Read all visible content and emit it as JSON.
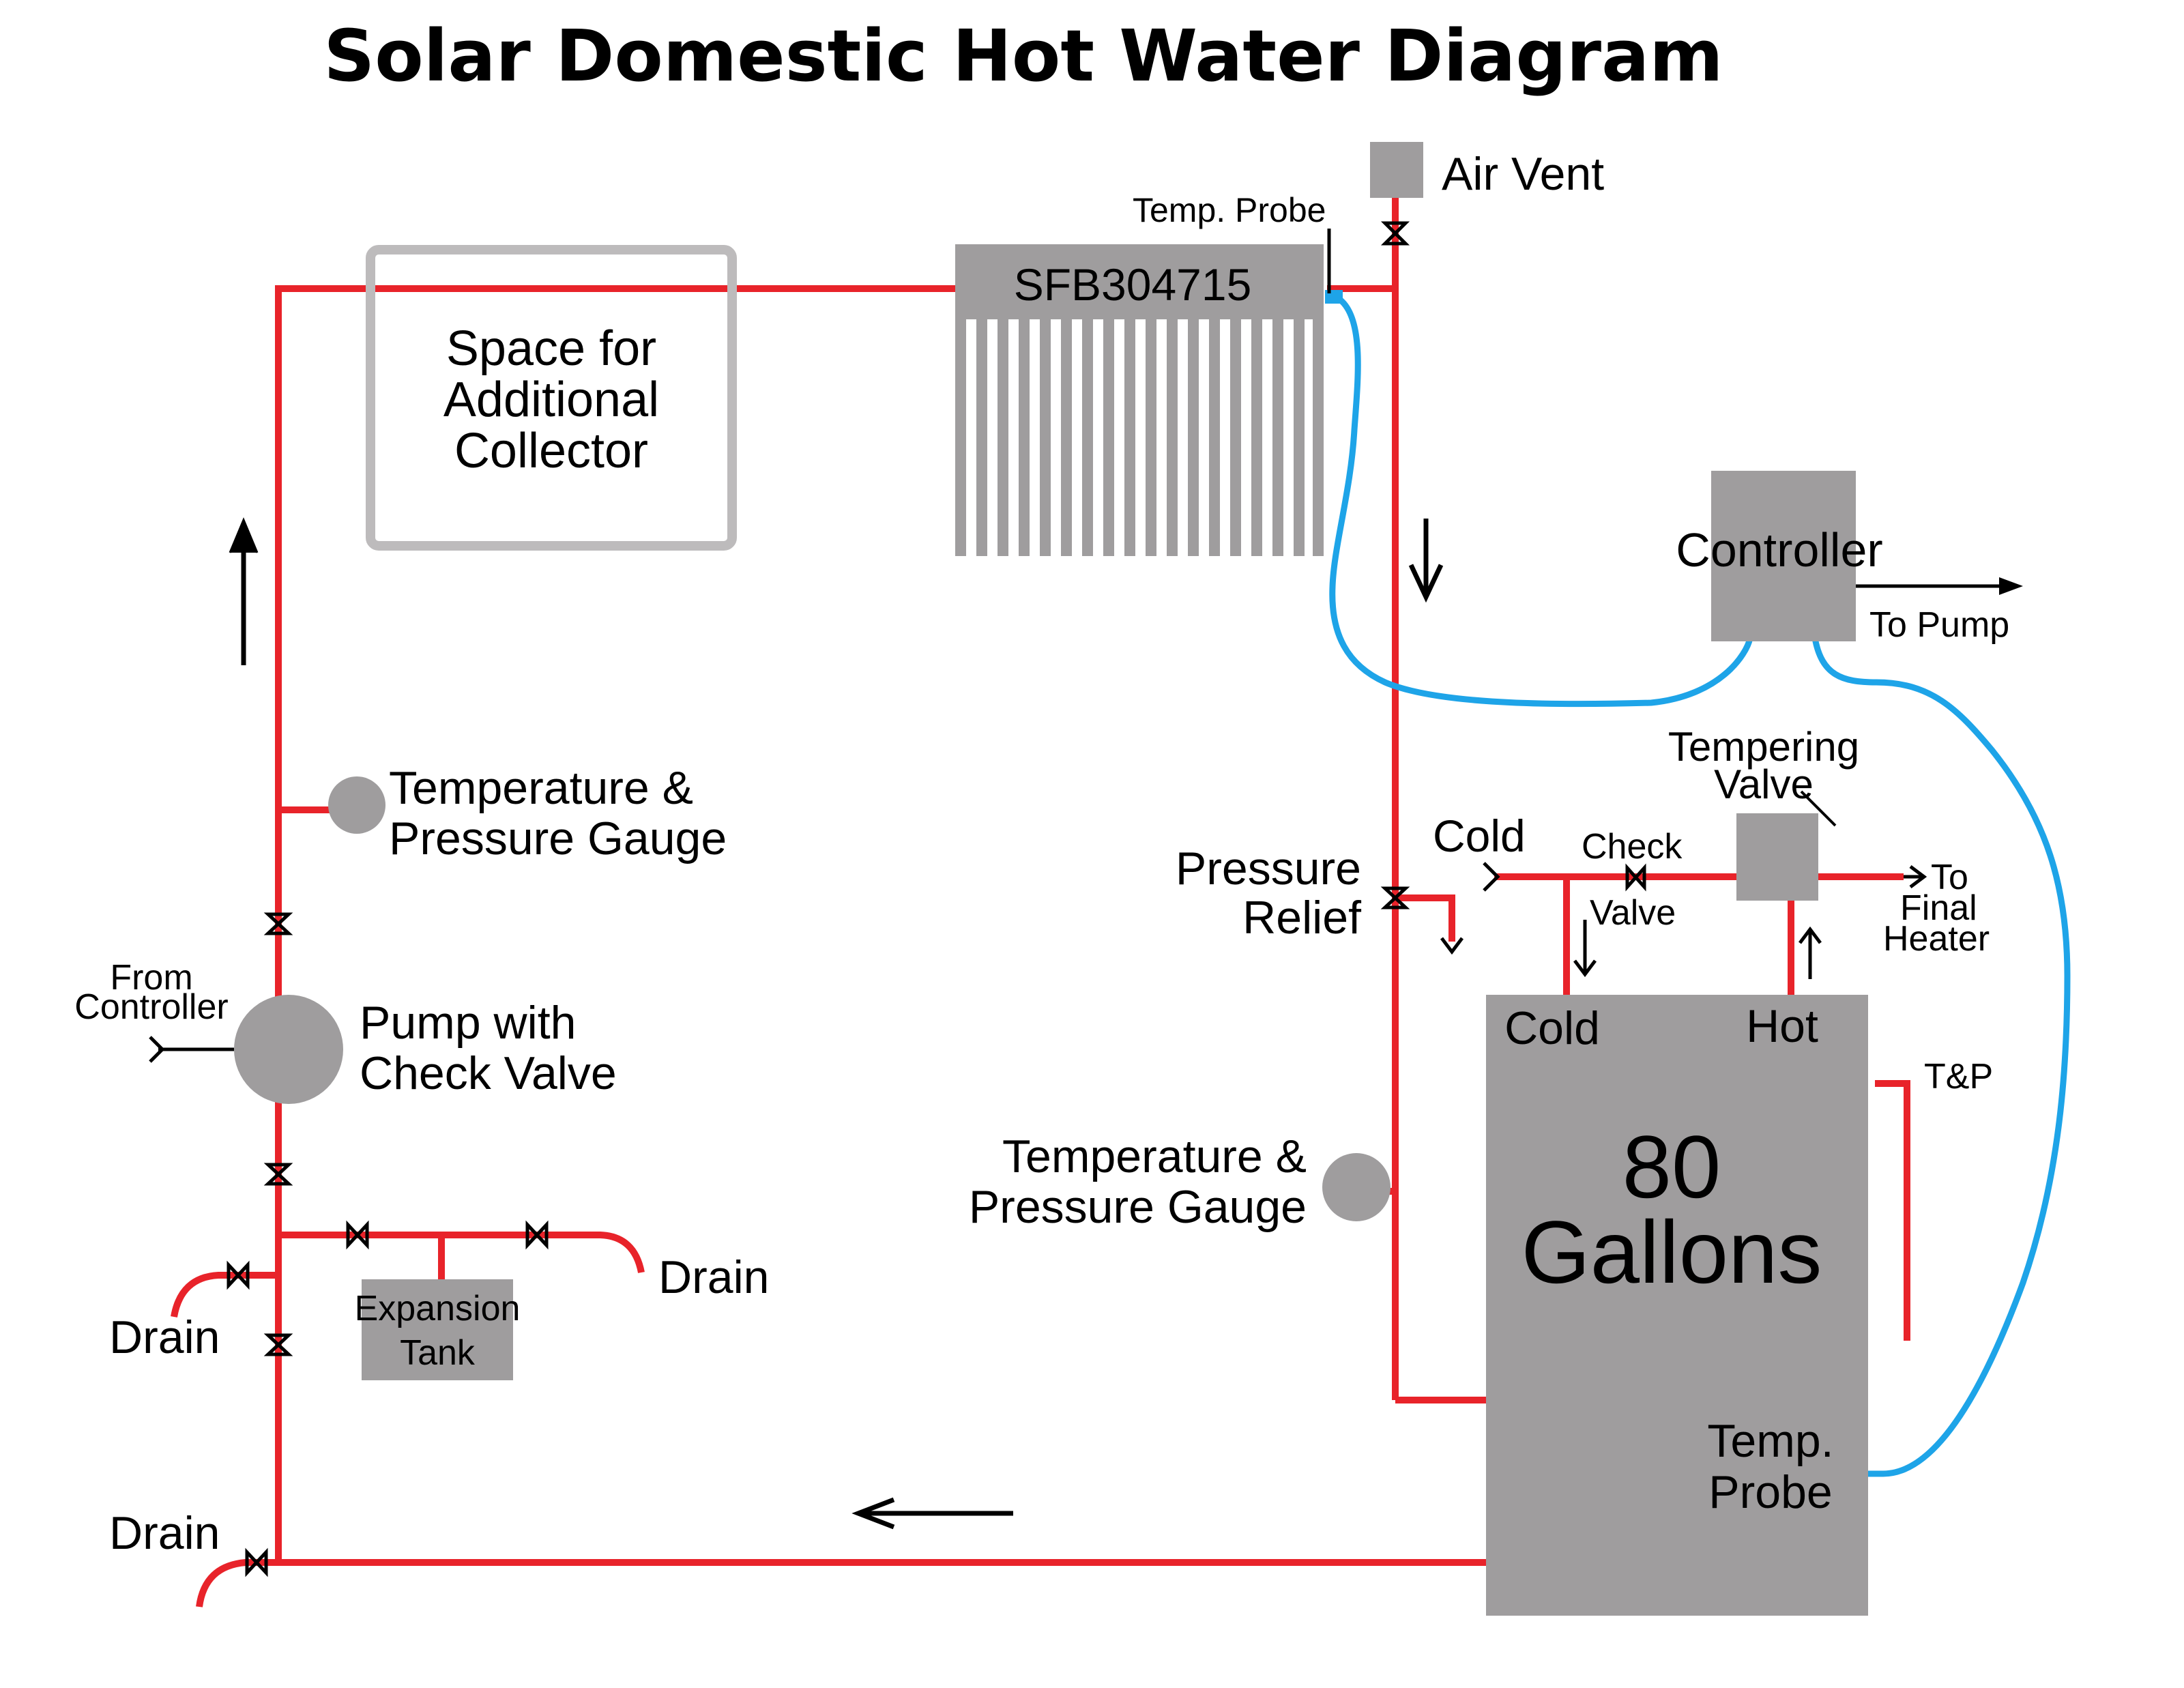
{
  "title": "Solar Domestic Hot Water Diagram",
  "labels": {
    "air_vent": "Air Vent",
    "temp_probe_top": "Temp. Probe",
    "collector_model": "SFB304715",
    "space_line1": "Space for",
    "space_line2": "Additional",
    "space_line3": "Collector",
    "controller": "Controller",
    "to_pump": "To Pump",
    "tempering_line1": "Tempering",
    "tempering_line2": "Valve",
    "cold_inlet": "Cold",
    "check_line1": "Check",
    "check_line2": "Valve",
    "to_final_line1": "To",
    "to_final_line2": "Final",
    "to_final_line3": "Heater",
    "pressure_line1": "Pressure",
    "pressure_line2": "Relief",
    "gauge_left_line1": "Temperature &",
    "gauge_left_line2": "Pressure Gauge",
    "gauge_right_line1": "Temperature &",
    "gauge_right_line2": "Pressure Gauge",
    "from_line1": "From",
    "from_line2": "Controller",
    "pump_line1": "Pump with",
    "pump_line2": "Check Valve",
    "expansion_line1": "Expansion",
    "expansion_line2": "Tank",
    "drain_right": "Drain",
    "drain_left_mid": "Drain",
    "drain_left_bottom": "Drain",
    "tank_cold": "Cold",
    "tank_hot": "Hot",
    "tp": "T&P",
    "tank_size": "80",
    "tank_unit": "Gallons",
    "temp_probe_tank_line1": "Temp.",
    "temp_probe_tank_line2": "Probe"
  },
  "colors": {
    "pipe": "#e8232a",
    "sensor_wire": "#1ea4e8",
    "equipment": "#9f9d9e",
    "outline_box": "#bdbbbc",
    "text": "#000000"
  }
}
